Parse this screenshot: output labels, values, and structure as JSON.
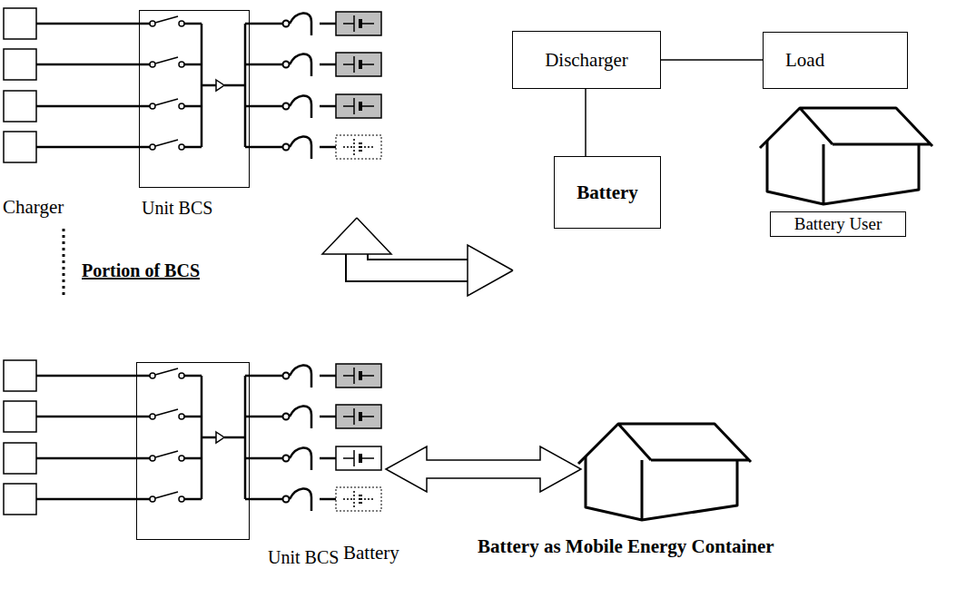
{
  "diagram": {
    "nodes": [
      {
        "text": [
          "Unit BCS"
        ]
      },
      {
        "text": [
          "Unit BCS"
        ]
      },
      {
        "text": [
          "Discharger"
        ]
      },
      {
        "text": [
          "Load"
        ]
      },
      {
        "text": [
          "Battery"
        ]
      },
      {
        "text": [
          "Battery User"
        ]
      }
    ],
    "edges": [
      {
        "from": 2,
        "to": 3,
        "arrow": "none"
      },
      {
        "from": 2,
        "to": 4,
        "arrow": "none"
      },
      {
        "from": 0,
        "to": 4,
        "arrow": "both"
      }
    ],
    "labels": [
      "Charger",
      "Portion of BCS",
      "Battery",
      "Battery as Mobile Energy Container"
    ]
  }
}
